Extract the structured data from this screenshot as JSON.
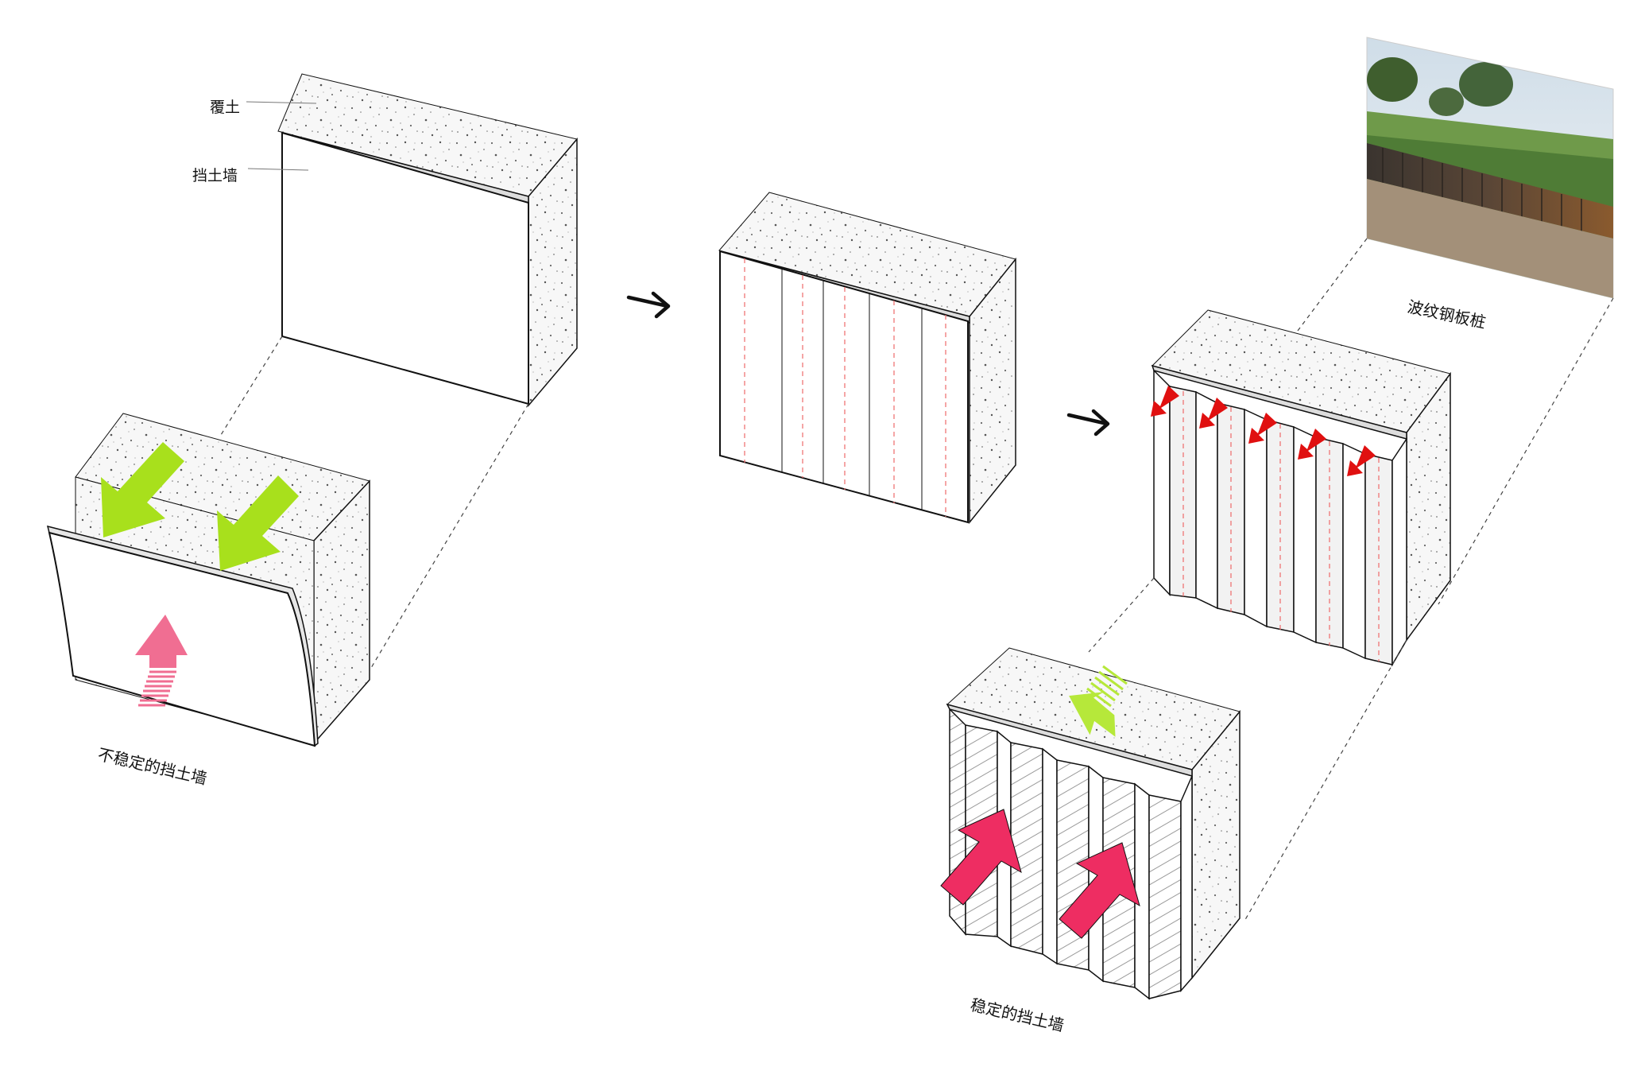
{
  "labels": {
    "overburden": "覆土",
    "retaining_wall": "挡土墙",
    "unstable_wall": "不稳定的挡土墙",
    "corrugated_sheet_pile": "波纹钢板桩",
    "stable_wall": "稳定的挡土墙"
  },
  "colors": {
    "soil_face": "#f6f6f6",
    "soil_dots": "#6a6a6a",
    "wall_face": "#ffffff",
    "edge": "#111111",
    "green_arrow": "#a8e01c",
    "pink_arrow": "#f06e92",
    "hot_pink_arrow": "#ee2d62",
    "red_arrow": "#e01010",
    "red_dashes": "#ee6a6a",
    "dotted_leader": "#444444"
  },
  "icons": {
    "sequence_arrow": "black-arrow-icon",
    "soil_pressure": "green-arrow-icon",
    "wall_deflection": "pink-arrow-icon",
    "local_pressure": "red-arrow-icon"
  }
}
